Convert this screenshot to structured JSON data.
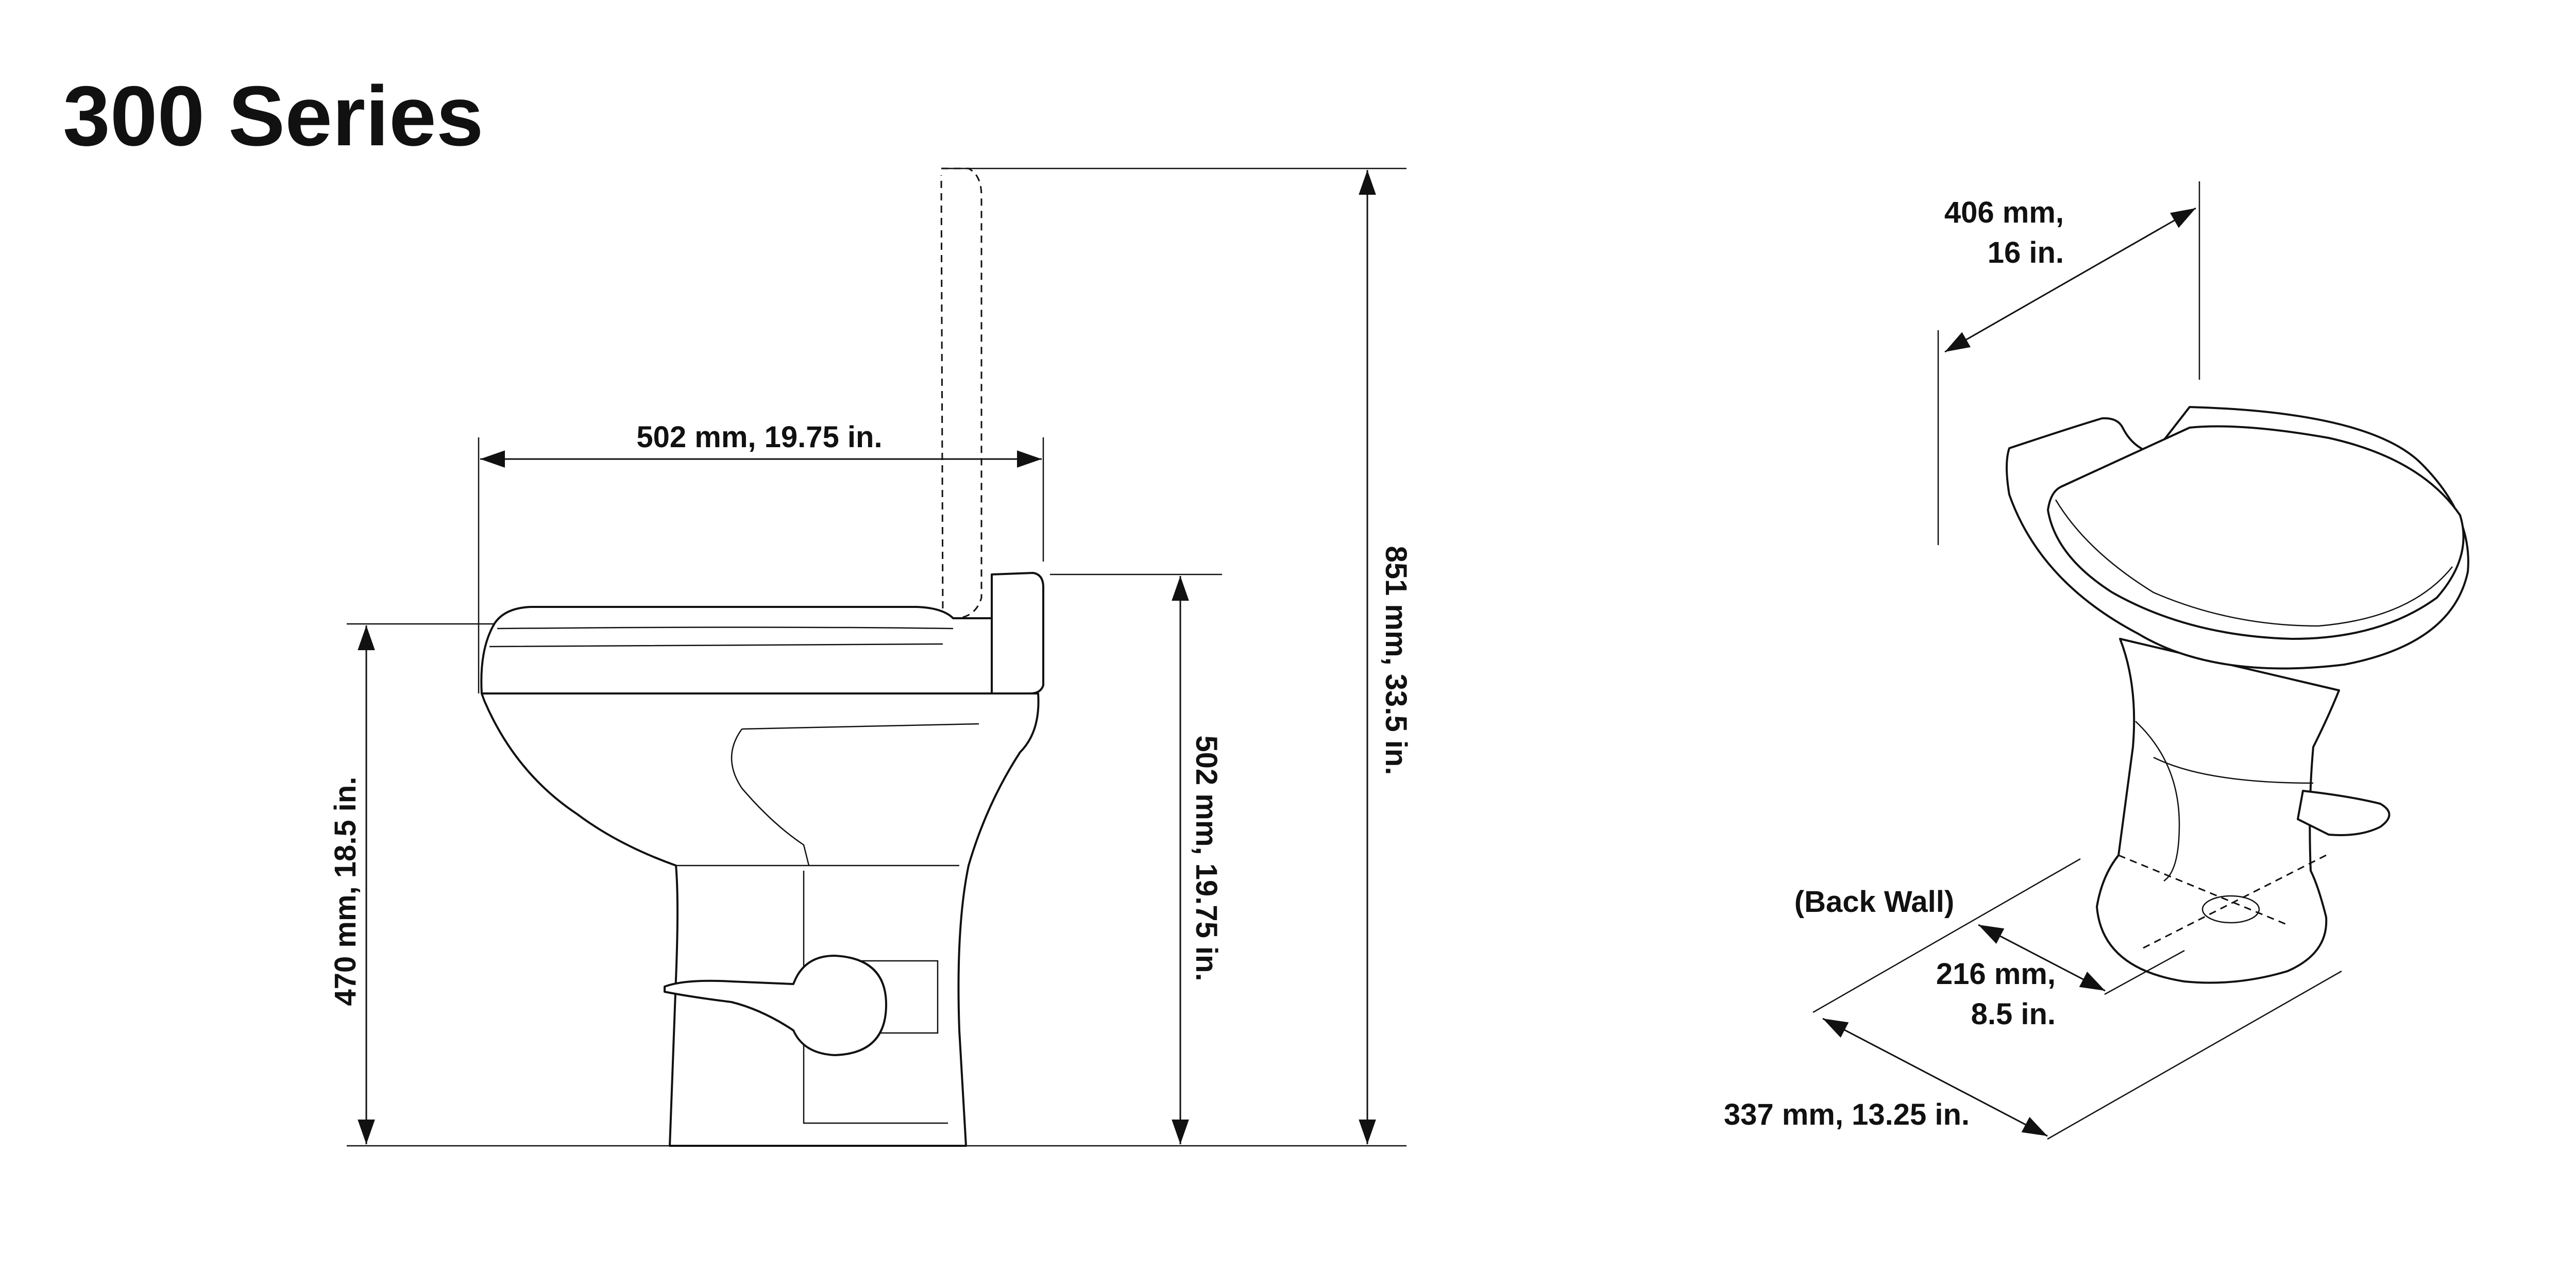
{
  "title": "300 Series",
  "side_view": {
    "overall_height": "851 mm, 33.5 in.",
    "depth": "502 mm, 19.75 in.",
    "rim_height": "502 mm, 19.75 in.",
    "seat_height": "470 mm, 18.5 in."
  },
  "iso_view": {
    "width_line1": "406 mm,",
    "width_line2": "16 in.",
    "back_wall": "(Back Wall)",
    "rough_in_line1": "216 mm,",
    "rough_in_line2": "8.5 in.",
    "base_depth": "337 mm, 13.25 in."
  }
}
